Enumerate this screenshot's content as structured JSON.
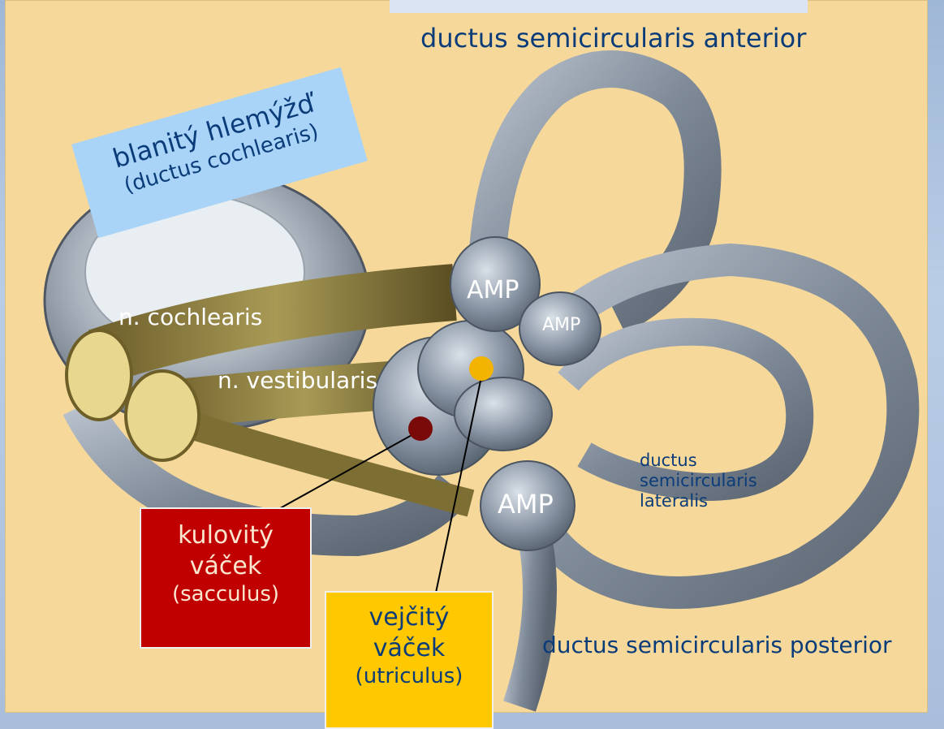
{
  "labels": {
    "anterior": "ductus semicircularis anterior",
    "posterior": "ductus semicircularis posterior",
    "lateralis_1": "ductus",
    "lateralis_2": "semicircularis",
    "lateralis_3": "lateralis",
    "cochlea_1": "blanitý hlemýžď",
    "cochlea_2": "(ductus cochlearis)",
    "n_cochlearis": "n. cochlearis",
    "n_vestibularis": "n. vestibularis",
    "amp_1": "AMP",
    "amp_2": "AMP",
    "amp_3": "AMP",
    "sacculus_1": "kulovitý",
    "sacculus_2": "váček",
    "sacculus_3": "(sacculus)",
    "utriculus_1": "vejčitý",
    "utriculus_2": "váček",
    "utriculus_3": "(utriculus)"
  },
  "colors": {
    "background": "#f6d99a",
    "duct": "#8e98a6",
    "label_text": "#0b3c7a",
    "sacculus_box": "#c00000",
    "utriculus_box": "#ffc800",
    "cochlea_box": "#a9d4f7",
    "sacculus_dot": "#7a0a0a",
    "utriculus_dot": "#f2b400"
  }
}
